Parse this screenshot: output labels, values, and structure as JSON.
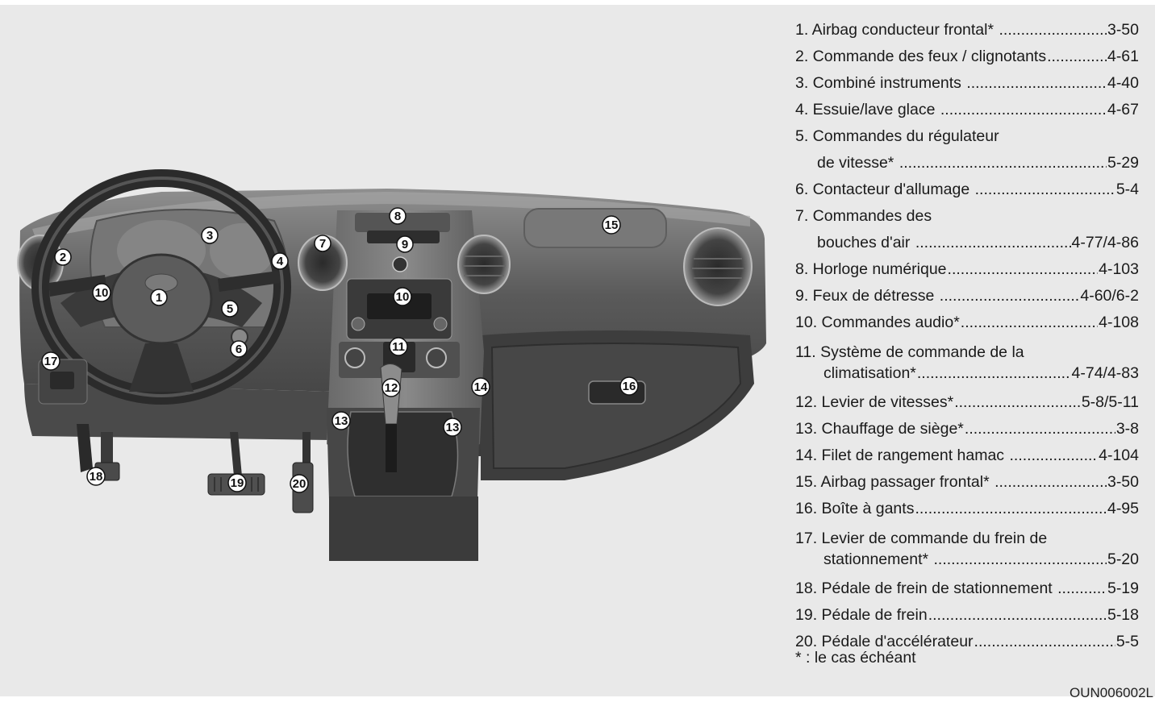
{
  "callouts": {
    "c1": "1",
    "c2": "2",
    "c3": "3",
    "c4": "4",
    "c5": "5",
    "c6": "6",
    "c7": "7",
    "c8": "8",
    "c9": "9",
    "c10": "10",
    "c11": "11",
    "c12": "12",
    "c13": "13",
    "c14": "14",
    "c15": "15",
    "c16": "16",
    "c17": "17",
    "c18": "18",
    "c19": "19",
    "c20": "20"
  },
  "legend": {
    "i1": {
      "label": "1. Airbag conducteur frontal* ",
      "page": "3-50"
    },
    "i2": {
      "label": "2. Commande des feux / clignotants",
      "page": "4-61"
    },
    "i3": {
      "label": "3. Combiné instruments ",
      "page": "4-40"
    },
    "i4": {
      "label": "4. Essuie/lave glace ",
      "page": "4-67"
    },
    "i5": {
      "label1": "5. Commandes du régulateur",
      "label2": "de vitesse* ",
      "page": "5-29"
    },
    "i6": {
      "label": "6. Contacteur d'allumage ",
      "page": "5-4"
    },
    "i7": {
      "label1": "7. Commandes des",
      "label2": "bouches d'air ",
      "page": "4-77/4-86"
    },
    "i8": {
      "label": "8. Horloge numérique",
      "page": "4-103"
    },
    "i9": {
      "label": "9. Feux de détresse ",
      "page": "4-60/6-2"
    },
    "i10": {
      "label": "10. Commandes audio*",
      "page": "4-108"
    },
    "i11": {
      "label1": "11. Système de commande de la",
      "label2": "climatisation*",
      "page": "4-74/4-83"
    },
    "i12": {
      "label": "12. Levier de vitesses*",
      "page": "5-8/5-11"
    },
    "i13": {
      "label": "13. Chauffage de siège*",
      "page": "3-8"
    },
    "i14": {
      "label": "14. Filet de rangement hamac ",
      "page": "4-104"
    },
    "i15": {
      "label": "15. Airbag passager frontal* ",
      "page": "3-50"
    },
    "i16": {
      "label": "16. Boîte à gants",
      "page": "4-95"
    },
    "i17": {
      "label1": "17. Levier de commande du frein de",
      "label2": "stationnement* ",
      "page": "5-20"
    },
    "i18": {
      "label": "18. Pédale de frein de stationnement ",
      "page": "5-19"
    },
    "i19": {
      "label": "19. Pédale de frein",
      "page": "5-18"
    },
    "i20": {
      "label": "20. Pédale d'accélérateur",
      "page": "5-5"
    },
    "note": "* : le cas échéant"
  },
  "figure_code": "OUN006002L"
}
